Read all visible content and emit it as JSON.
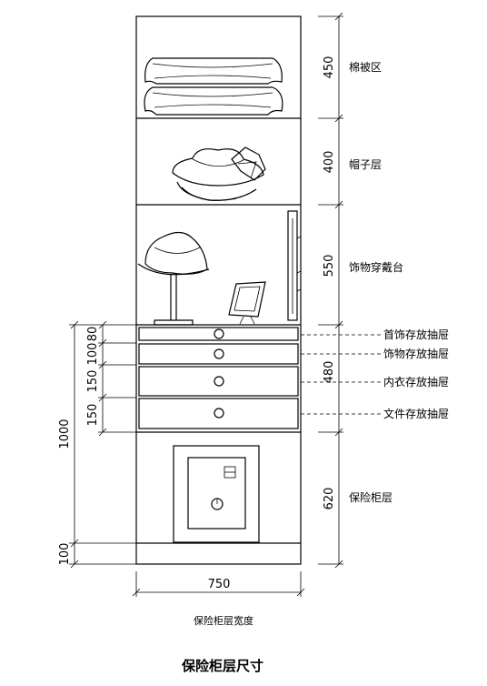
{
  "sections": [
    {
      "id": "quilt",
      "label": "棉被区",
      "dimension": "450"
    },
    {
      "id": "hat",
      "label": "帽子层",
      "dimension": "400"
    },
    {
      "id": "accessory-dressing",
      "label": "饰物穿戴台",
      "dimension": "550"
    },
    {
      "id": "safe",
      "label": "保险柜层",
      "dimension": "620"
    }
  ],
  "drawers": [
    {
      "id": "jewelry",
      "label": "首饰存放抽屉",
      "dimension": "80"
    },
    {
      "id": "accessory",
      "label": "饰物存放抽屉",
      "dimension": "100"
    },
    {
      "id": "underwear",
      "label": "内衣存放抽屉",
      "dimension": "150"
    },
    {
      "id": "document",
      "label": "文件存放抽屉",
      "dimension": "150"
    }
  ],
  "dimensions": {
    "drawer_total": "480",
    "left_total": "1000",
    "plinth": "100",
    "width": "750"
  },
  "width_caption": "保险柜层宽度",
  "title": "保险柜层尺寸"
}
